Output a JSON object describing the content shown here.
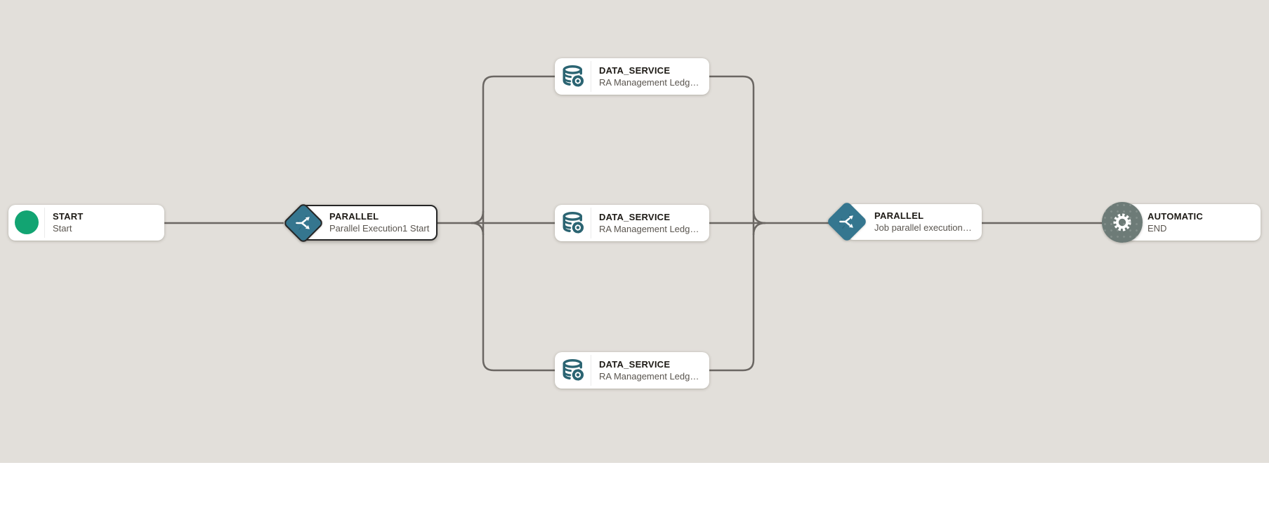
{
  "app": {
    "view_name": "workflow-pipeline-canvas"
  },
  "colors": {
    "canvas_bg": "#e2dfda",
    "edge": "#6b6763",
    "accent_teal": "#35768f",
    "icon_teal": "#2b6472",
    "start_green": "#12a472",
    "automatic_gray": "#6d7b77",
    "selected_border": "#262626",
    "title": "#1d1a15",
    "subtitle": "#5a554f"
  },
  "nodes": {
    "start": {
      "title": "START",
      "subtitle": "Start",
      "icon": "start-circle-icon",
      "selected": false
    },
    "parallel_split": {
      "title": "PARALLEL",
      "subtitle": "Parallel Execution1 Start",
      "icon": "parallel-split-icon",
      "selected": true
    },
    "data_service_1": {
      "title": "DATA_SERVICE",
      "subtitle": "RA Management Ledg…",
      "icon": "database-gear-icon",
      "selected": false
    },
    "data_service_2": {
      "title": "DATA_SERVICE",
      "subtitle": "RA Management Ledg…",
      "icon": "database-gear-icon",
      "selected": false
    },
    "data_service_3": {
      "title": "DATA_SERVICE",
      "subtitle": "RA Management Ledg…",
      "icon": "database-gear-icon",
      "selected": false
    },
    "parallel_join": {
      "title": "PARALLEL",
      "subtitle": "Job parallel execution…",
      "icon": "parallel-split-icon",
      "selected": false
    },
    "automatic_end": {
      "title": "AUTOMATIC",
      "subtitle": "END",
      "icon": "gear-icon",
      "selected": false
    }
  },
  "edges": [
    {
      "from": "start",
      "to": "parallel_split"
    },
    {
      "from": "parallel_split",
      "to": "data_service_1"
    },
    {
      "from": "parallel_split",
      "to": "data_service_2"
    },
    {
      "from": "parallel_split",
      "to": "data_service_3"
    },
    {
      "from": "data_service_1",
      "to": "parallel_join"
    },
    {
      "from": "data_service_2",
      "to": "parallel_join"
    },
    {
      "from": "data_service_3",
      "to": "parallel_join"
    },
    {
      "from": "parallel_join",
      "to": "automatic_end"
    }
  ]
}
